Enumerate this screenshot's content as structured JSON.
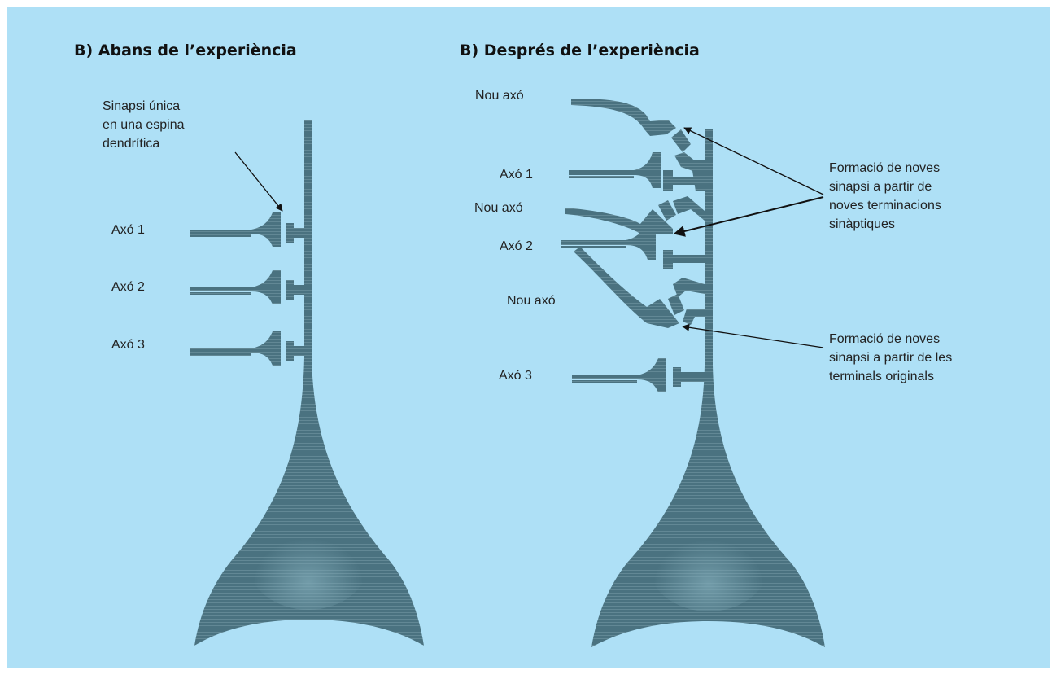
{
  "colors": {
    "background": "#aee0f6",
    "neuron": "#4a7280",
    "neuron_light": "#6f98a5",
    "arrow": "#111111"
  },
  "left_panel": {
    "title": "B) Abans de l’experiència",
    "spine_label": "Sinapsi única\nen una espina\ndendrítica",
    "axon_labels": [
      "Axó 1",
      "Axó 2",
      "Axó 3"
    ]
  },
  "right_panel": {
    "title": "B) Després de l’experiència",
    "new_axon_label": "Nou axó",
    "axon_labels": [
      "Axó 1",
      "Axó 2",
      "Axó 3"
    ],
    "annotation_new_terminals": "Formació de noves\nsinapsi a partir de\nnoves terminacions\nsinàptiques",
    "annotation_original_terminals": "Formació de noves\nsinapsi a partir de les\nterminals originals"
  }
}
